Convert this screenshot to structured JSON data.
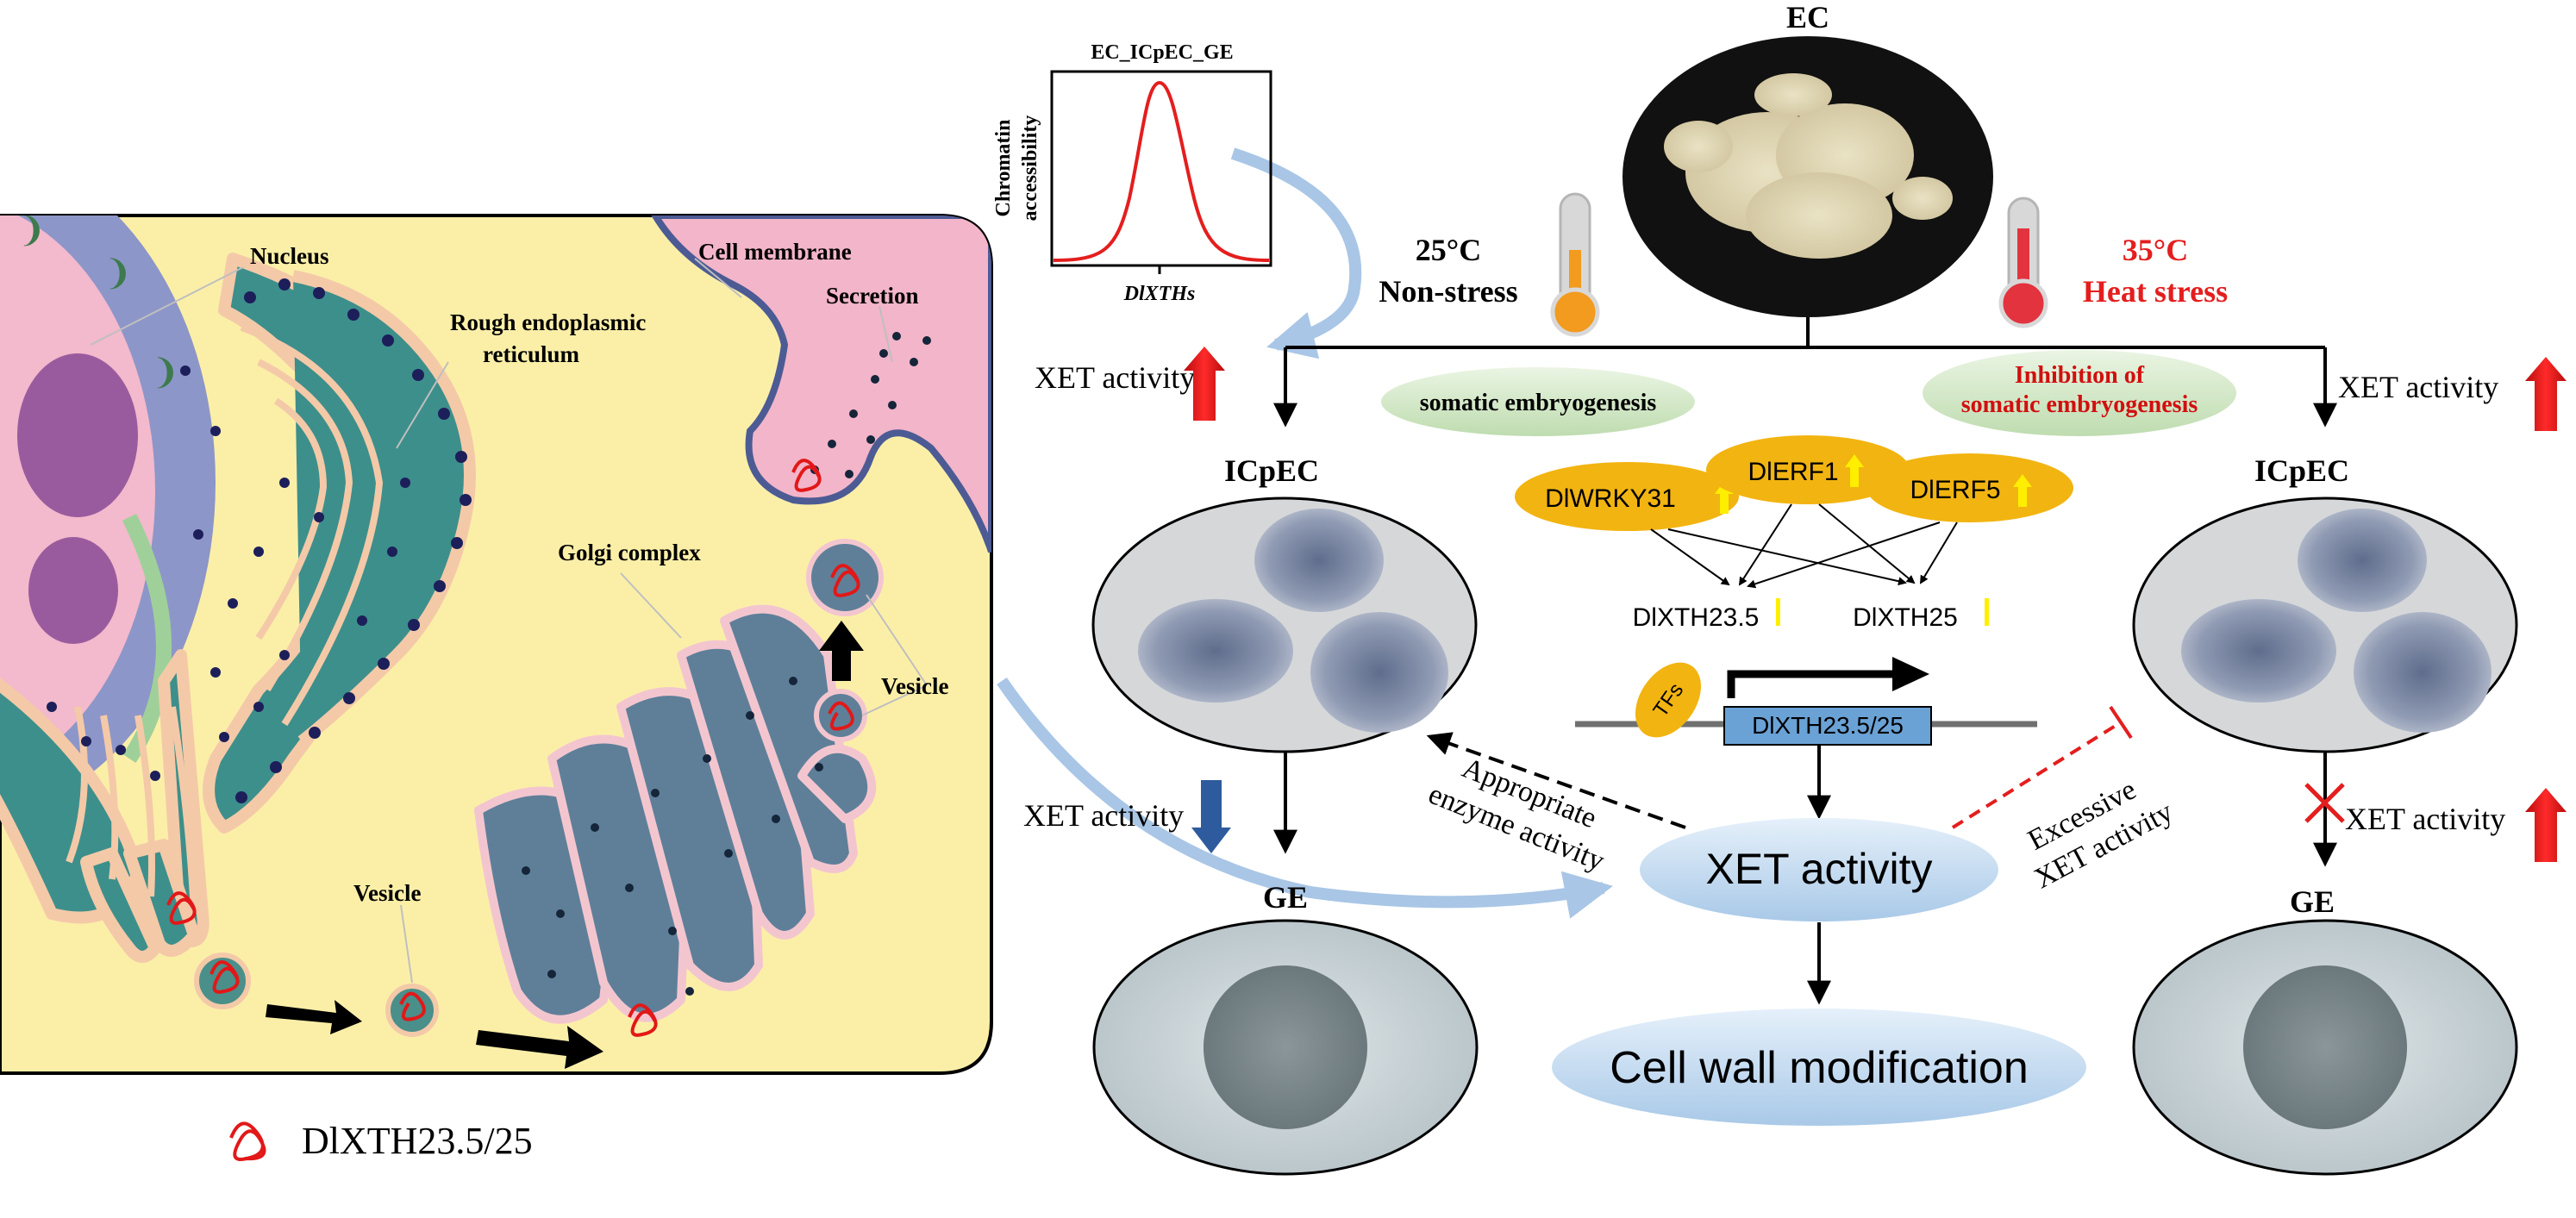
{
  "cell_labels": {
    "nucleus": "Nucleus",
    "rough_er_line1": "Rough endoplasmic",
    "rough_er_line2": "reticulum",
    "cell_membrane": "Cell membrane",
    "secretion": "Secretion",
    "golgi": "Golgi complex",
    "vesicle_upper": "Vesicle",
    "vesicle_lower": "Vesicle"
  },
  "legend": {
    "label": "DlXTH23.5/25"
  },
  "inset_plot": {
    "title": "EC_ICpEC_GE",
    "ylabel_line1": "Chromatin",
    "ylabel_line2": "accessibility",
    "xlabel": "DlXTHs"
  },
  "top": {
    "ec_label": "EC",
    "left_temp": "25°C",
    "left_condition": "Non-stress",
    "right_temp": "35°C",
    "right_condition": "Heat stress"
  },
  "left_branch": {
    "xet_up_label": "XET activity",
    "icpec_label": "ICpEC",
    "xet_down_label": "XET activity",
    "ge_label": "GE"
  },
  "right_branch": {
    "xet_up_label": "XET activity",
    "icpec_label": "ICpEC",
    "xet_up2_label": "XET activity",
    "ge_label": "GE"
  },
  "middle": {
    "somatic_embryogenesis": "somatic embryogenesis",
    "inhibition_line1": "Inhibition of",
    "inhibition_line2": "somatic embryogenesis",
    "tf_wrky31": "DlWRKY31",
    "tf_erf1": "DlERF1",
    "tf_erf5": "DlERF5",
    "gene_xth235": "DlXTH23.5",
    "gene_xth25": "DlXTH25",
    "tfs_label": "TFs",
    "promoter_box": "DlXTH23.5/25",
    "appropriate_line1": "Appropriate",
    "appropriate_line2": "enzyme activity",
    "excessive_line1": "Excessive",
    "excessive_line2": "XET activity",
    "xet_activity": "XET activity",
    "cell_wall": "Cell wall modification"
  },
  "colors": {
    "cytoplasm": "#fbefa8",
    "nucleus_outer": "#8d96c8",
    "nucleus_pink": "#f3b9cc",
    "nucleolus": "#9a5b9e",
    "er_teal": "#3d8f8b",
    "er_outline": "#f4c9a8",
    "golgi": "#5f7f99",
    "membrane_pink": "#f3b5c9",
    "membrane_line": "#4d5b94",
    "tf_orange": "#f2b411",
    "green_oval": "#cfe6c3",
    "xet_blue": "#bcd6ee",
    "up_arrow_red": "#e01010",
    "down_arrow_blue": "#2e5b9e",
    "heat_red": "#e41e1e",
    "promoter_blue": "#6aa2d6",
    "highlight_yellow": "#ffee00"
  }
}
